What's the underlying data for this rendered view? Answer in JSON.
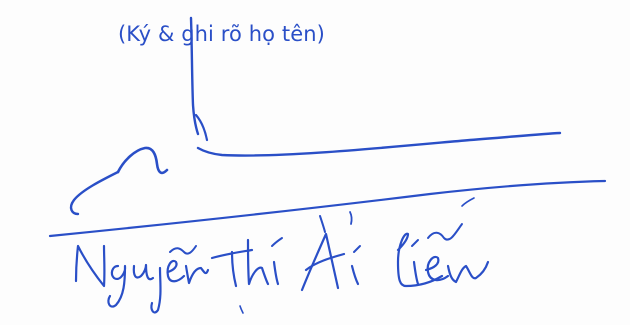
{
  "document": {
    "caption": "(Ký & ghi rõ họ tên)",
    "signature_image": {
      "type": "handwritten-signature",
      "signer_name_handwritten": "Nguyễn Thị Ái Liên"
    }
  },
  "colors": {
    "ink": "#2a4fc7",
    "background": "#fdfdfd"
  }
}
